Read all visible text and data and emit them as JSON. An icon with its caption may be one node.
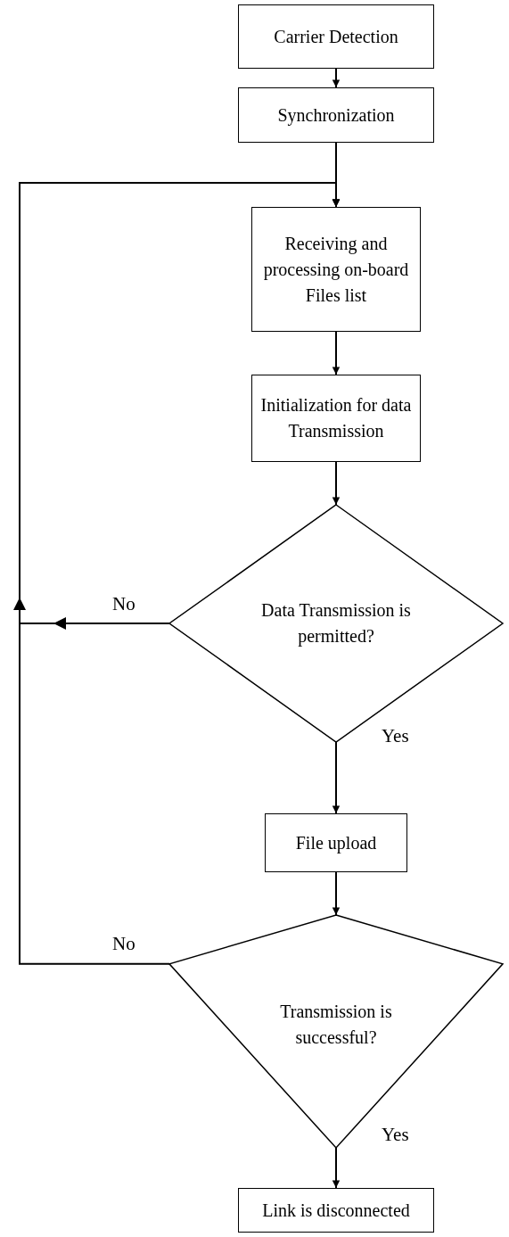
{
  "diagram": {
    "nodes": [
      {
        "text": [
          "Carrier Detection"
        ]
      },
      {
        "text": [
          "Synchronization"
        ]
      },
      {
        "text": [
          "Receiving and processing on-board Files list"
        ]
      },
      {
        "text": [
          "Initialization for data Transmission"
        ]
      },
      {
        "text": [
          "Data Transmission is permitted?"
        ]
      },
      {
        "text": [
          "File upload"
        ]
      },
      {
        "text": [
          "Transmission is successful?"
        ]
      },
      {
        "text": [
          "Link is disconnected"
        ]
      }
    ],
    "edges": [
      {
        "from": 0,
        "to": 1,
        "arrow": "to"
      },
      {
        "from": 1,
        "to": 2,
        "arrow": "to"
      },
      {
        "from": 2,
        "to": 3,
        "arrow": "to"
      },
      {
        "from": 3,
        "to": 4,
        "arrow": "to"
      },
      {
        "from": 4,
        "to": 5,
        "arrow": "to",
        "label": "Yes"
      },
      {
        "from": 5,
        "to": 6,
        "arrow": "to"
      },
      {
        "from": 6,
        "to": 7,
        "arrow": "to",
        "label": "Yes"
      },
      {
        "from": 4,
        "to": 2,
        "arrow": "to",
        "label": "No"
      },
      {
        "from": 6,
        "to": 2,
        "arrow": "to",
        "label": "No"
      }
    ]
  }
}
